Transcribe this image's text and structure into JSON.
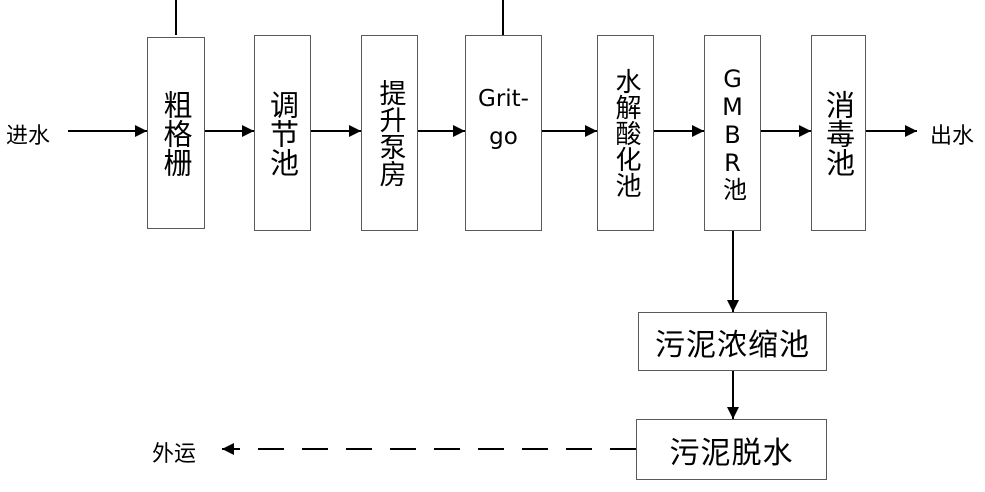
{
  "diagram": {
    "inlet_label": "进水",
    "outlet_label": "出水",
    "export_label": "外运",
    "process_units": [
      {
        "id": "coarse-screen",
        "label": "粗格栅"
      },
      {
        "id": "regulating-tank",
        "label": "调节池"
      },
      {
        "id": "lift-pump-room",
        "label": "提升泵房"
      },
      {
        "id": "grit-go",
        "label": "Grit-go"
      },
      {
        "id": "hydrolysis-acidification-tank",
        "label": "水解酸化池"
      },
      {
        "id": "gmbr-tank",
        "label": "GMBR池"
      },
      {
        "id": "disinfection-tank",
        "label": "消毒池"
      }
    ],
    "sludge_units": [
      {
        "id": "sludge-thickener",
        "label": "污泥浓缩池"
      },
      {
        "id": "sludge-dewatering",
        "label": "污泥脱水"
      }
    ]
  }
}
